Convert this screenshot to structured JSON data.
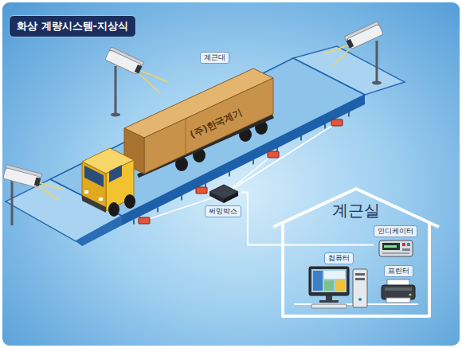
{
  "diagram": {
    "title": "화상 계량시스템-지상식",
    "nodes": [
      {
        "text": [
          "계근실"
        ]
      },
      {
        "text": [
          "인디케이터"
        ],
        "in": 0
      },
      {
        "text": [
          "컴퓨터"
        ],
        "in": 0
      },
      {
        "text": [
          "프린터"
        ],
        "in": 0
      },
      {
        "text": [
          "써밍박스"
        ]
      }
    ],
    "edges": [
      {
        "from": 4,
        "to": 1,
        "arrow": "none"
      }
    ],
    "labels": [
      "계근대",
      "(주)한국계기"
    ]
  }
}
